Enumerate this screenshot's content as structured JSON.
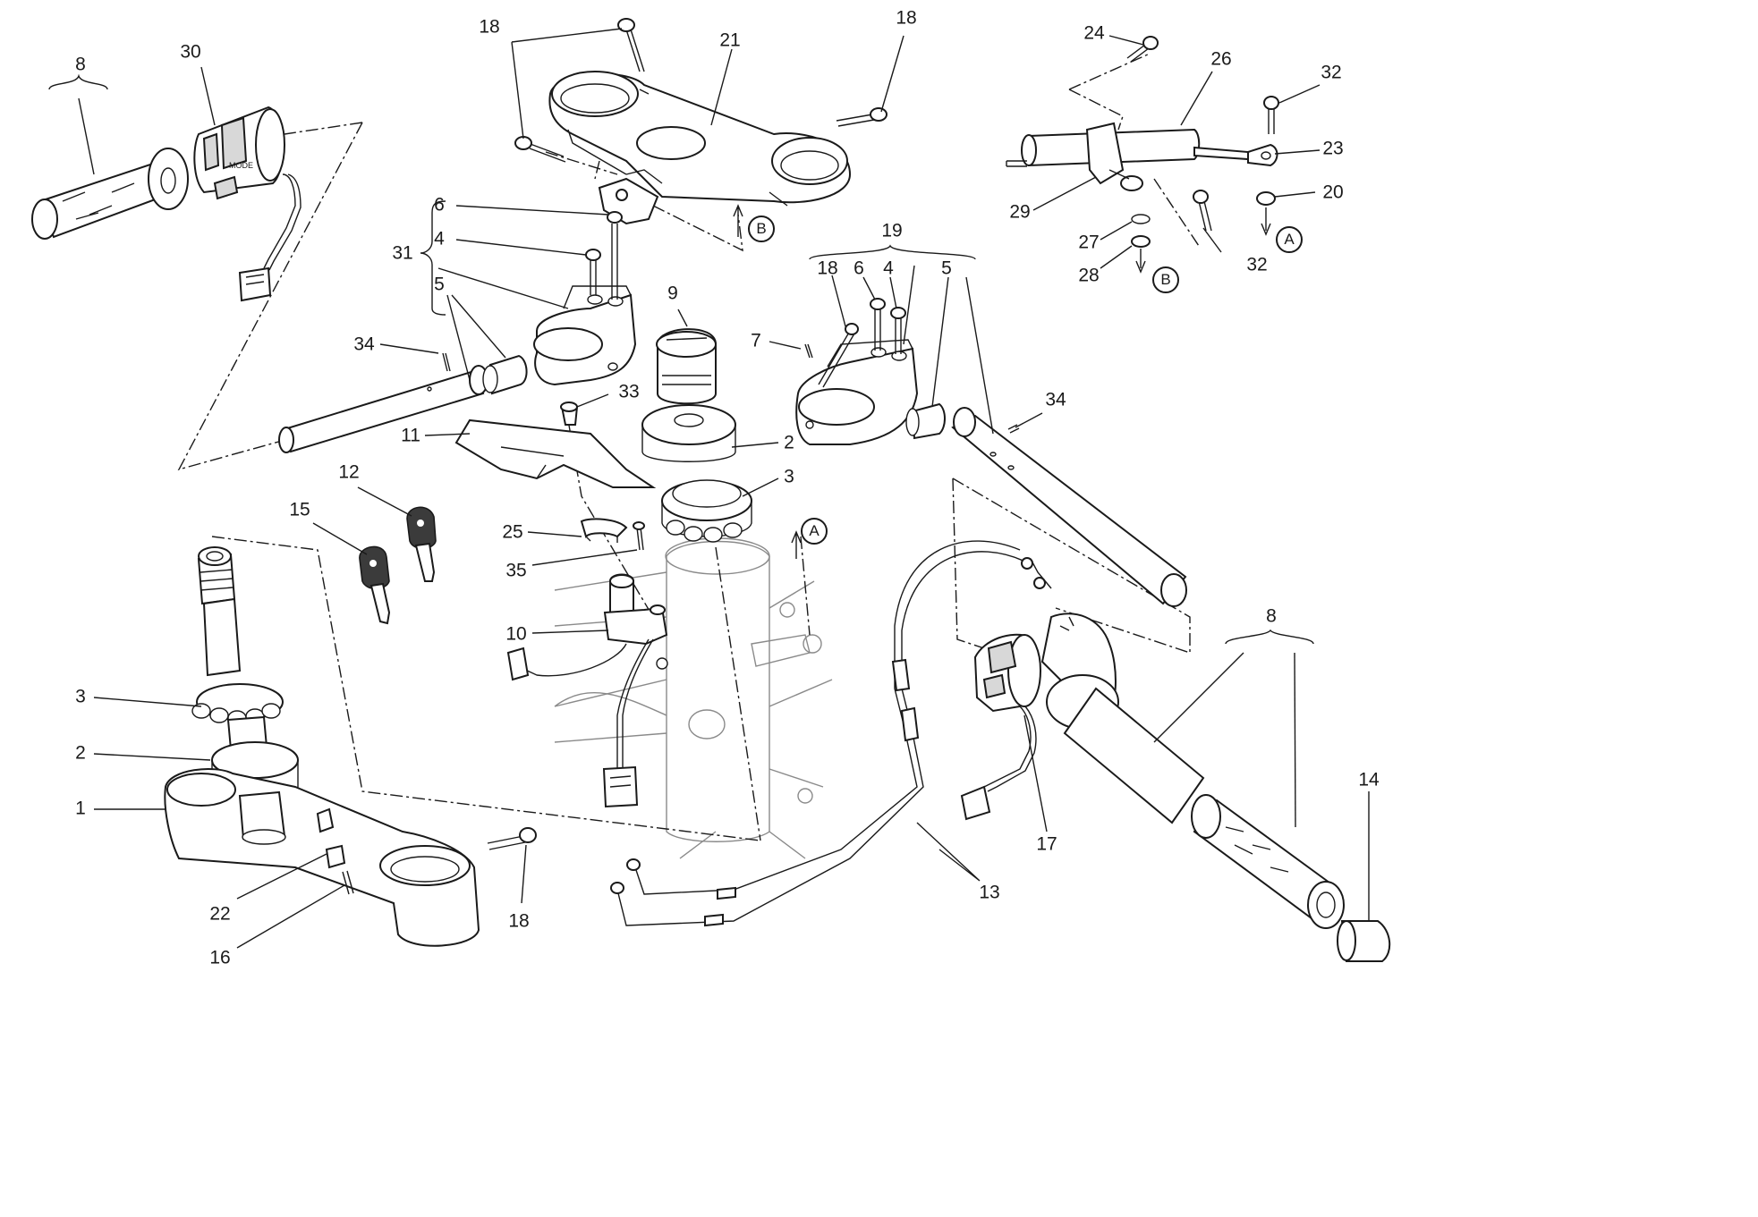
{
  "callouts": [
    {
      "id": "c-8a",
      "text": "8"
    },
    {
      "id": "c-30",
      "text": "30"
    },
    {
      "id": "c-18a",
      "text": "18"
    },
    {
      "id": "c-21",
      "text": "21"
    },
    {
      "id": "c-18b",
      "text": "18"
    },
    {
      "id": "c-24",
      "text": "24"
    },
    {
      "id": "c-26",
      "text": "26"
    },
    {
      "id": "c-32a",
      "text": "32"
    },
    {
      "id": "c-23",
      "text": "23"
    },
    {
      "id": "c-20",
      "text": "20"
    },
    {
      "id": "c-29",
      "text": "29"
    },
    {
      "id": "c-27",
      "text": "27"
    },
    {
      "id": "c-28",
      "text": "28"
    },
    {
      "id": "c-32b",
      "text": "32"
    },
    {
      "id": "c-6a",
      "text": "6"
    },
    {
      "id": "c-4a",
      "text": "4"
    },
    {
      "id": "c-31",
      "text": "31"
    },
    {
      "id": "c-5a",
      "text": "5"
    },
    {
      "id": "c-34a",
      "text": "34"
    },
    {
      "id": "c-9",
      "text": "9"
    },
    {
      "id": "c-33",
      "text": "33"
    },
    {
      "id": "c-11",
      "text": "11"
    },
    {
      "id": "c-2a",
      "text": "2"
    },
    {
      "id": "c-3a",
      "text": "3"
    },
    {
      "id": "c-19",
      "text": "19"
    },
    {
      "id": "c-18c",
      "text": "18"
    },
    {
      "id": "c-6b",
      "text": "6"
    },
    {
      "id": "c-4b",
      "text": "4"
    },
    {
      "id": "c-5b",
      "text": "5"
    },
    {
      "id": "c-7",
      "text": "7"
    },
    {
      "id": "c-34b",
      "text": "34"
    },
    {
      "id": "c-12",
      "text": "12"
    },
    {
      "id": "c-15",
      "text": "15"
    },
    {
      "id": "c-25",
      "text": "25"
    },
    {
      "id": "c-35",
      "text": "35"
    },
    {
      "id": "c-10",
      "text": "10"
    },
    {
      "id": "c-3b",
      "text": "3"
    },
    {
      "id": "c-2b",
      "text": "2"
    },
    {
      "id": "c-1",
      "text": "1"
    },
    {
      "id": "c-22",
      "text": "22"
    },
    {
      "id": "c-16",
      "text": "16"
    },
    {
      "id": "c-18d",
      "text": "18"
    },
    {
      "id": "c-13",
      "text": "13"
    },
    {
      "id": "c-17",
      "text": "17"
    },
    {
      "id": "c-8b",
      "text": "8"
    },
    {
      "id": "c-14",
      "text": "14"
    }
  ],
  "reference_markers": [
    {
      "id": "m-b1",
      "text": "B"
    },
    {
      "id": "m-a1",
      "text": "A"
    },
    {
      "id": "m-b2",
      "text": "B"
    },
    {
      "id": "m-a2",
      "text": "A"
    }
  ],
  "switch_text": {
    "mode": "MODE"
  }
}
